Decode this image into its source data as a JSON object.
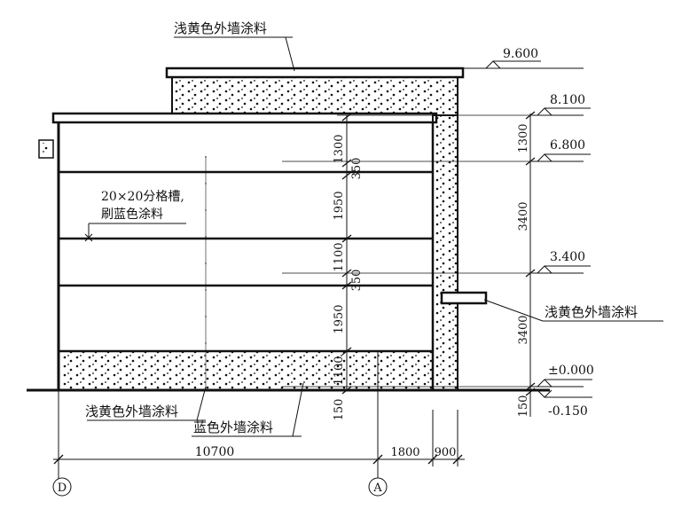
{
  "annotations": {
    "roof_coating": "浅黄色外墙涂料",
    "groove_line1": "20×20分格槽,",
    "groove_line2": "刷蓝色涂料",
    "right_coating": "浅黄色外墙涂料",
    "base_coating": "浅黄色外墙涂料",
    "blue_coating": "蓝色外墙涂料"
  },
  "levels": [
    "9.600",
    "8.100",
    "6.800",
    "3.400",
    "±0.000",
    "-0.150"
  ],
  "right_dims": [
    "1300",
    "3400",
    "3400",
    "150"
  ],
  "center_dims": [
    "1300",
    "350",
    "1950",
    "1100",
    "350",
    "1950",
    "1100",
    "150"
  ],
  "bottom_dims": [
    "10700",
    "1800",
    "900"
  ],
  "axes": [
    "D",
    "A"
  ],
  "colors": {
    "line": "#111111"
  }
}
